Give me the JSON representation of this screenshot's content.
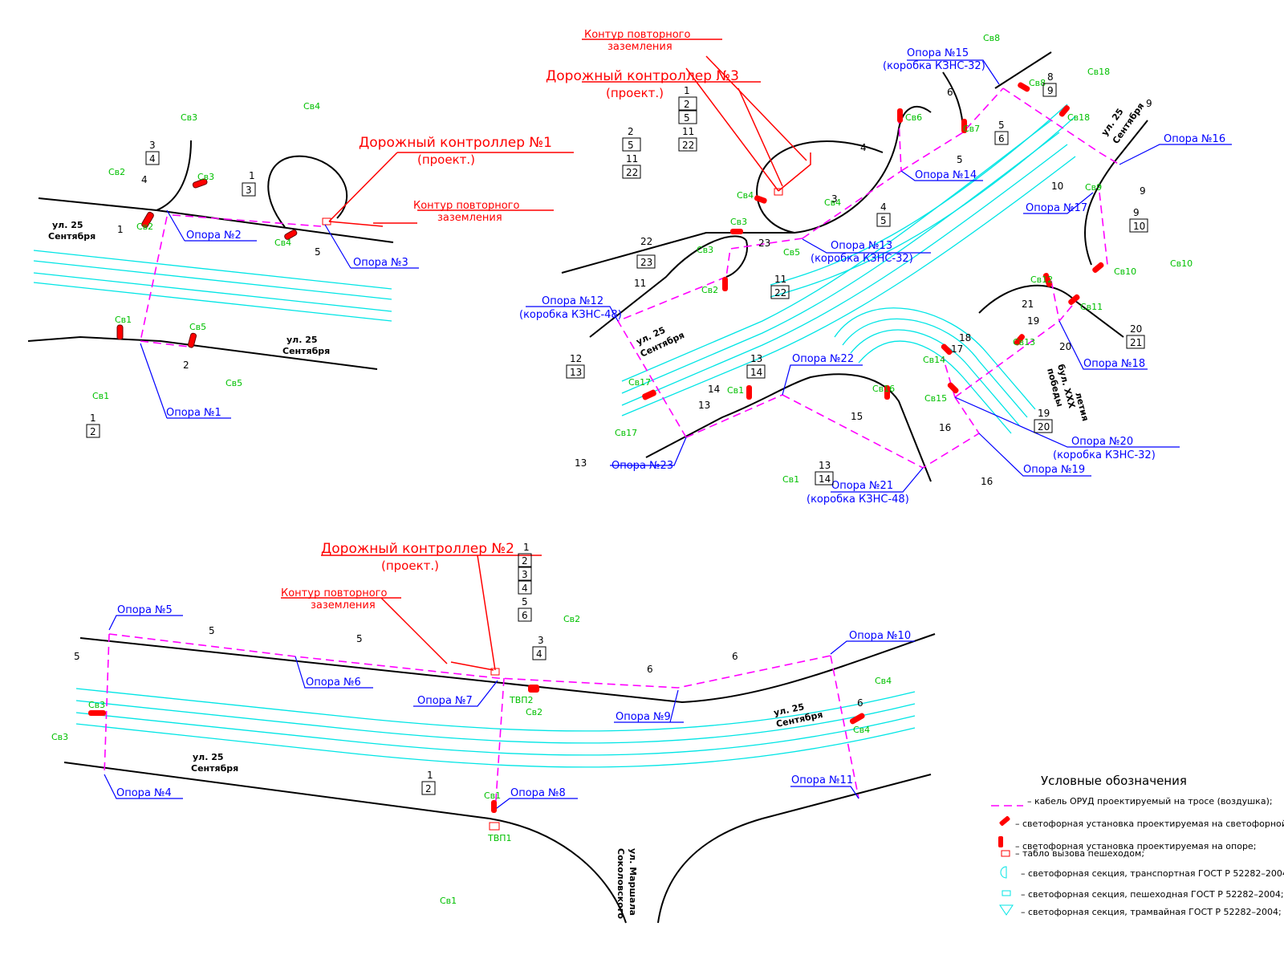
{
  "controllers": {
    "c1_title": "Дорожный контроллер №1",
    "c1_sub": "(проект.)",
    "c2_title": "Дорожный контроллер №2",
    "c2_sub": "(проект.)",
    "c3_title": "Дорожный контроллер №3",
    "c3_sub": "(проект.)",
    "ground_top": "Контур повторного",
    "ground_bottom": "заземления"
  },
  "poles": {
    "p1": "Опора №1",
    "p2": "Опора №2",
    "p3": "Опора №3",
    "p4": "Опора №4",
    "p5": "Опора №5",
    "p6": "Опора №6",
    "p7": "Опора №7",
    "p8": "Опора №8",
    "p9": "Опора №9",
    "p10": "Опора №10",
    "p11": "Опора №11",
    "p12": "Опора №12",
    "p13": "Опора №13",
    "p14": "Опора №14",
    "p15": "Опора №15",
    "p16": "Опора №16",
    "p17": "Опора №17",
    "p18": "Опора №18",
    "p19": "Опора №19",
    "p20": "Опора №20",
    "p21": "Опора №21",
    "p22": "Опора №22",
    "p23": "Опора №23",
    "box32": "(коробка КЗНС-32)",
    "box48": "(коробка КЗНС-48)"
  },
  "streets": {
    "s25_a": "ул. 25",
    "s25_b": "Сентября",
    "pobeda_a": "бул. XXX",
    "pobeda_b": "летия",
    "pobeda_c": "победы",
    "sok_a": "ул. Маршала",
    "sok_b": "Соколовского"
  },
  "signals": {
    "sv1": "Св1",
    "sv2": "Св2",
    "sv3": "Св3",
    "sv4": "Св4",
    "sv5": "Св5",
    "sv6": "Св6",
    "sv7": "Св7",
    "sv8": "Св8",
    "sv9": "Св9",
    "sv10": "Св10",
    "sv11": "Св11",
    "sv12": "Св12",
    "sv13": "Св13",
    "sv14": "Св14",
    "sv15": "Св15",
    "sv16": "Св16",
    "sv17": "Св17",
    "sv18": "Св18",
    "tvp1": "ТВП1",
    "tvp2": "ТВП2"
  },
  "legend": {
    "title": "Условные обозначения",
    "items": [
      "– кабель ОРУД проектируемый на тросе (воздушка);",
      "– светофорная установка проектируемая на светофорной колонке;",
      "– светофорная установка проектируемая на опоре;",
      "– табло вызова пешеходом;",
      "– светофорная секция, транспортная ГОСТ Р 52282–2004;",
      "– светофорная секция, пешеходная ГОСТ Р 52282–2004;",
      "– светофорная секция, трамвайная ГОСТ Р 52282–2004;"
    ]
  },
  "colors": {
    "cable": "#ff00ff",
    "rail": "#00e5e5",
    "pole_label": "#0000ff",
    "controller": "#ff0000",
    "signal_label": "#00c000"
  }
}
